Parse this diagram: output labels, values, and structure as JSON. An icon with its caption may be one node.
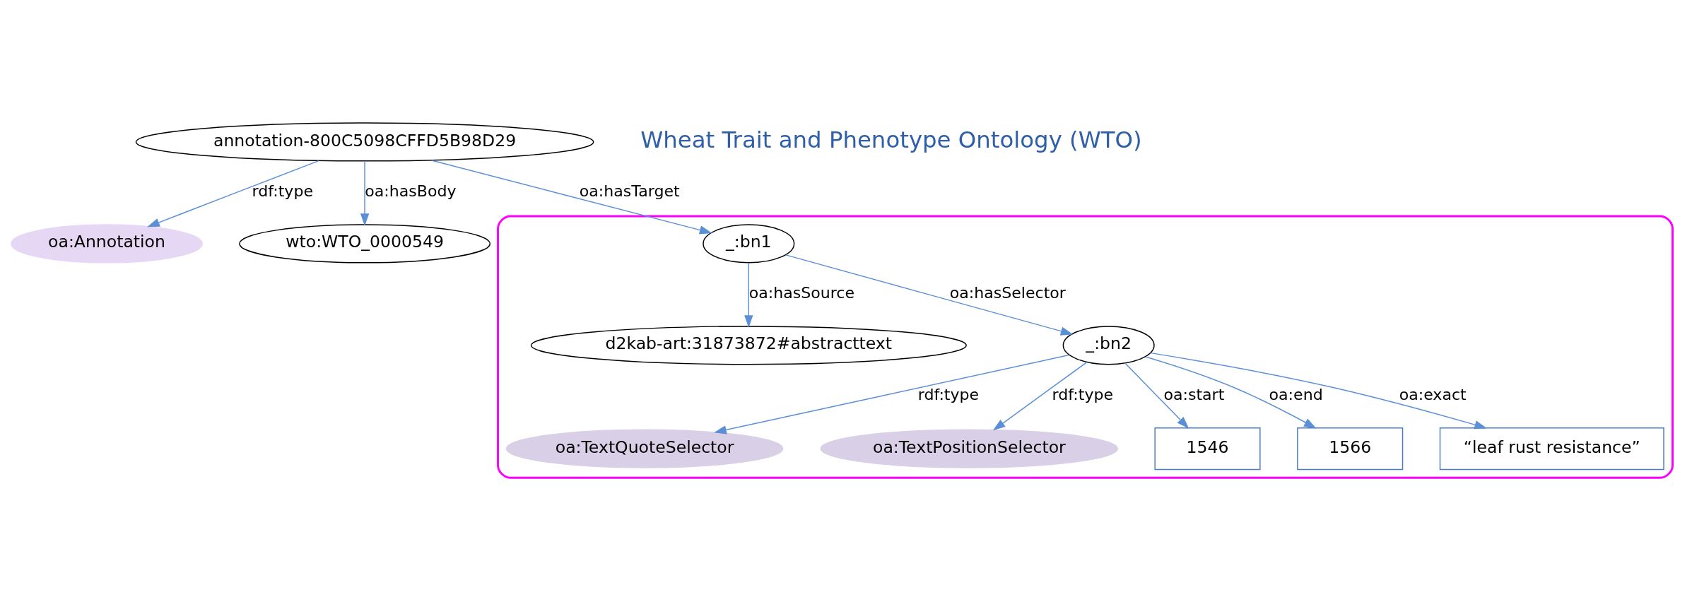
{
  "diagram": {
    "nodes": [
      {
        "text": [
          "annotation-800C5098CFFD5B98D29"
        ]
      },
      {
        "text": [
          "oa:Annotation"
        ]
      },
      {
        "text": [
          "wto:WTO_0000549"
        ]
      },
      {
        "text": [],
        "shape": "box"
      },
      {
        "text": [
          "_:bn1"
        ],
        "in": 3
      },
      {
        "text": [
          "d2kab-art:31873872#abstracttext"
        ],
        "in": 3
      },
      {
        "text": [
          "_:bn2"
        ],
        "in": 3
      },
      {
        "text": [
          "oa:TextQuoteSelector"
        ],
        "in": 3
      },
      {
        "text": [
          "oa:TextPositionSelector"
        ],
        "in": 3
      },
      {
        "text": [
          "1546"
        ],
        "in": 3
      },
      {
        "text": [
          "1566"
        ],
        "in": 3
      },
      {
        "text": [
          "“leaf rust resistance”"
        ],
        "in": 3
      }
    ],
    "edges": [
      {
        "from": 0,
        "to": 1,
        "arrow": "to",
        "label": "rdf:type"
      },
      {
        "from": 0,
        "to": 4,
        "arrow": "to",
        "label": "oa:hasTarget"
      },
      {
        "from": 0,
        "to": 2,
        "arrow": "to",
        "label": "oa:hasBody"
      },
      {
        "from": 4,
        "to": 6,
        "arrow": "to",
        "label": "oa:hasSelector"
      },
      {
        "from": 4,
        "to": 5,
        "arrow": "to",
        "label": "oa:hasSource"
      },
      {
        "from": 6,
        "to": 7,
        "arrow": "to",
        "label": "rdf:type"
      },
      {
        "from": 6,
        "to": 8,
        "arrow": "to",
        "label": "rdf:type"
      },
      {
        "from": 6,
        "to": 9,
        "arrow": "to",
        "label": "oa:start"
      },
      {
        "from": 6,
        "to": 10,
        "arrow": "to",
        "label": "oa:end"
      },
      {
        "from": 6,
        "to": 11,
        "arrow": "to",
        "label": "oa:exact"
      }
    ],
    "labels": [
      "Wheat Trait and Phenotype Ontology (WTO)"
    ]
  }
}
